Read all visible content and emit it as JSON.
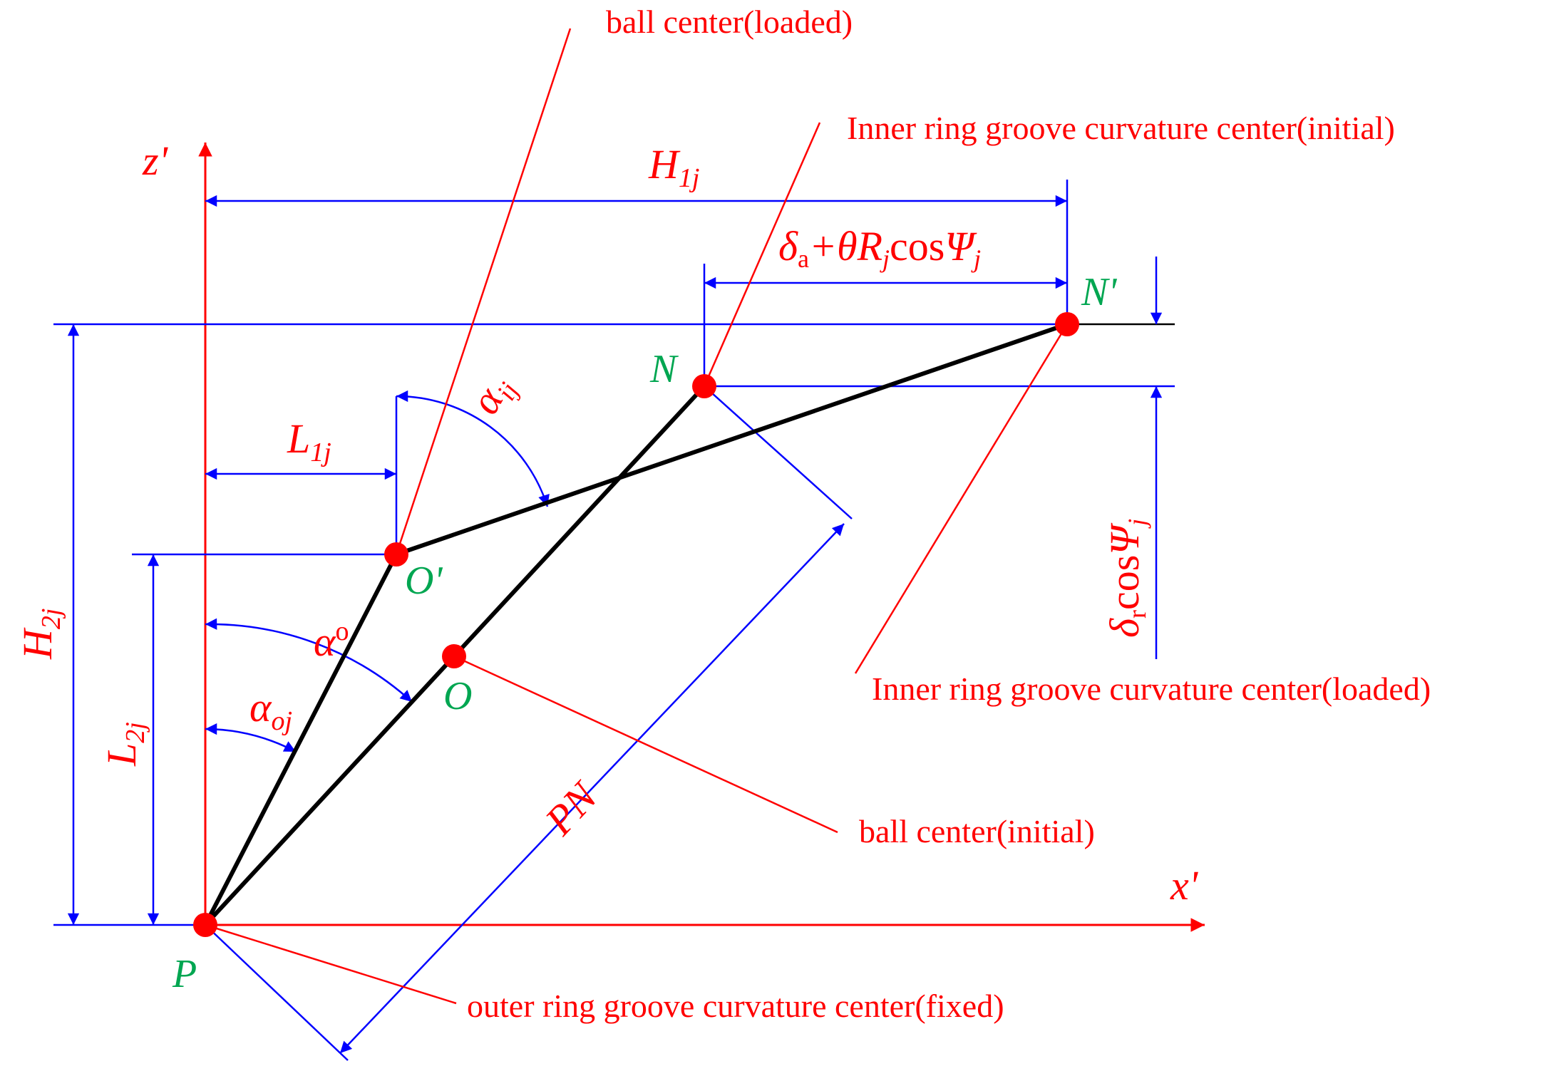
{
  "colors": {
    "axis": "#ff0000",
    "annotation": "#ff0000",
    "dimension": "#0000ff",
    "point_label": "#00a651",
    "link": "#000000",
    "point": "#ff0000"
  },
  "axes": {
    "z": "z'",
    "x": "x'"
  },
  "annotations": {
    "ball_loaded": "ball center(loaded)",
    "inner_initial": "Inner ring groove curvature center(initial)",
    "inner_loaded": "Inner ring groove curvature center(loaded)",
    "ball_initial": "ball center(initial)",
    "outer_fixed": "outer ring groove curvature center(fixed)"
  },
  "points": {
    "P": "P",
    "O": "O",
    "O_prime": "O'",
    "N": "N",
    "N_prime": "N'"
  },
  "dimensions": {
    "H1j": {
      "main": "H",
      "sub": "1j"
    },
    "H2j": {
      "main": "H",
      "sub": "2j"
    },
    "L1j": {
      "main": "L",
      "sub": "1j"
    },
    "L2j": {
      "main": "L",
      "sub": "2j"
    },
    "delta_a": {
      "d": "δ",
      "a": "a",
      "plus": "+θR",
      "j": "j",
      "cos": "cos",
      "psi": "Ψ",
      "psi_sub": "j"
    },
    "delta_r": {
      "d": "δ",
      "r": "r",
      "cos": "cos",
      "psi": "Ψ",
      "psi_sub": "j"
    },
    "PN": "PN"
  },
  "angles": {
    "alpha_ij": {
      "main": "α",
      "sub": "ij"
    },
    "alpha_o": {
      "main": "α",
      "sup": "o"
    },
    "alpha_oj": {
      "main": "α",
      "sub": "oj"
    }
  }
}
